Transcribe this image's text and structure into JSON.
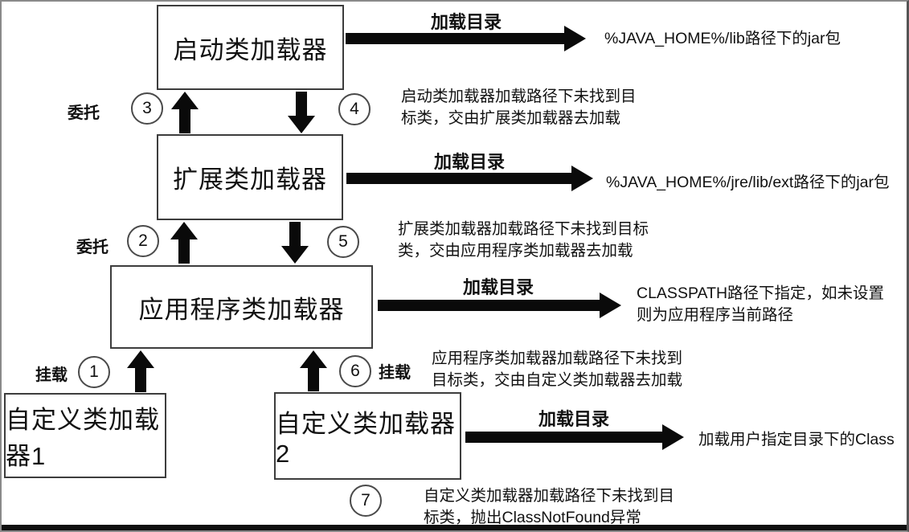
{
  "boxes": {
    "bootstrap": "启动类加载器",
    "extension": "扩展类加载器",
    "application": "应用程序类加载器",
    "custom1": "自定义类加载器1",
    "custom2": "自定义类加载器2"
  },
  "arrows": {
    "bootstrap": {
      "label": "加载目录",
      "target": "%JAVA_HOME%/lib路径下的jar包"
    },
    "extension": {
      "label": "加载目录",
      "target": "%JAVA_HOME%/jre/lib/ext路径下的jar包"
    },
    "application": {
      "label": "加载目录",
      "target": "CLASSPATH路径下指定，如未设置\n则为应用程序当前路径"
    },
    "custom2": {
      "label": "加载目录",
      "target": "加载用户指定目录下的Class"
    }
  },
  "side_labels": {
    "delegate_top": "委托",
    "delegate_mid": "委托",
    "mount_left": "挂载",
    "mount_right": "挂载"
  },
  "steps": {
    "s1": "1",
    "s2": "2",
    "s3": "3",
    "s4": "4",
    "s5": "5",
    "s6": "6",
    "s7": "7"
  },
  "notes": {
    "bootstrap_miss": "启动类加载器加载路径下未找到目\n标类，交由扩展类加载器去加载",
    "extension_miss": "扩展类加载器加载路径下未找到目标\n类，交由应用程序类加载器去加载",
    "application_miss": "应用程序类加载器加载路径下未找到\n目标类，交由自定义类加载器去加载",
    "custom_miss": "自定义类加载器加载路径下未找到目\n标类，抛出ClassNotFound异常"
  },
  "colors": {
    "arrow": "#0a0a0a",
    "box_border": "#3d3d3d",
    "text": "#111111"
  }
}
